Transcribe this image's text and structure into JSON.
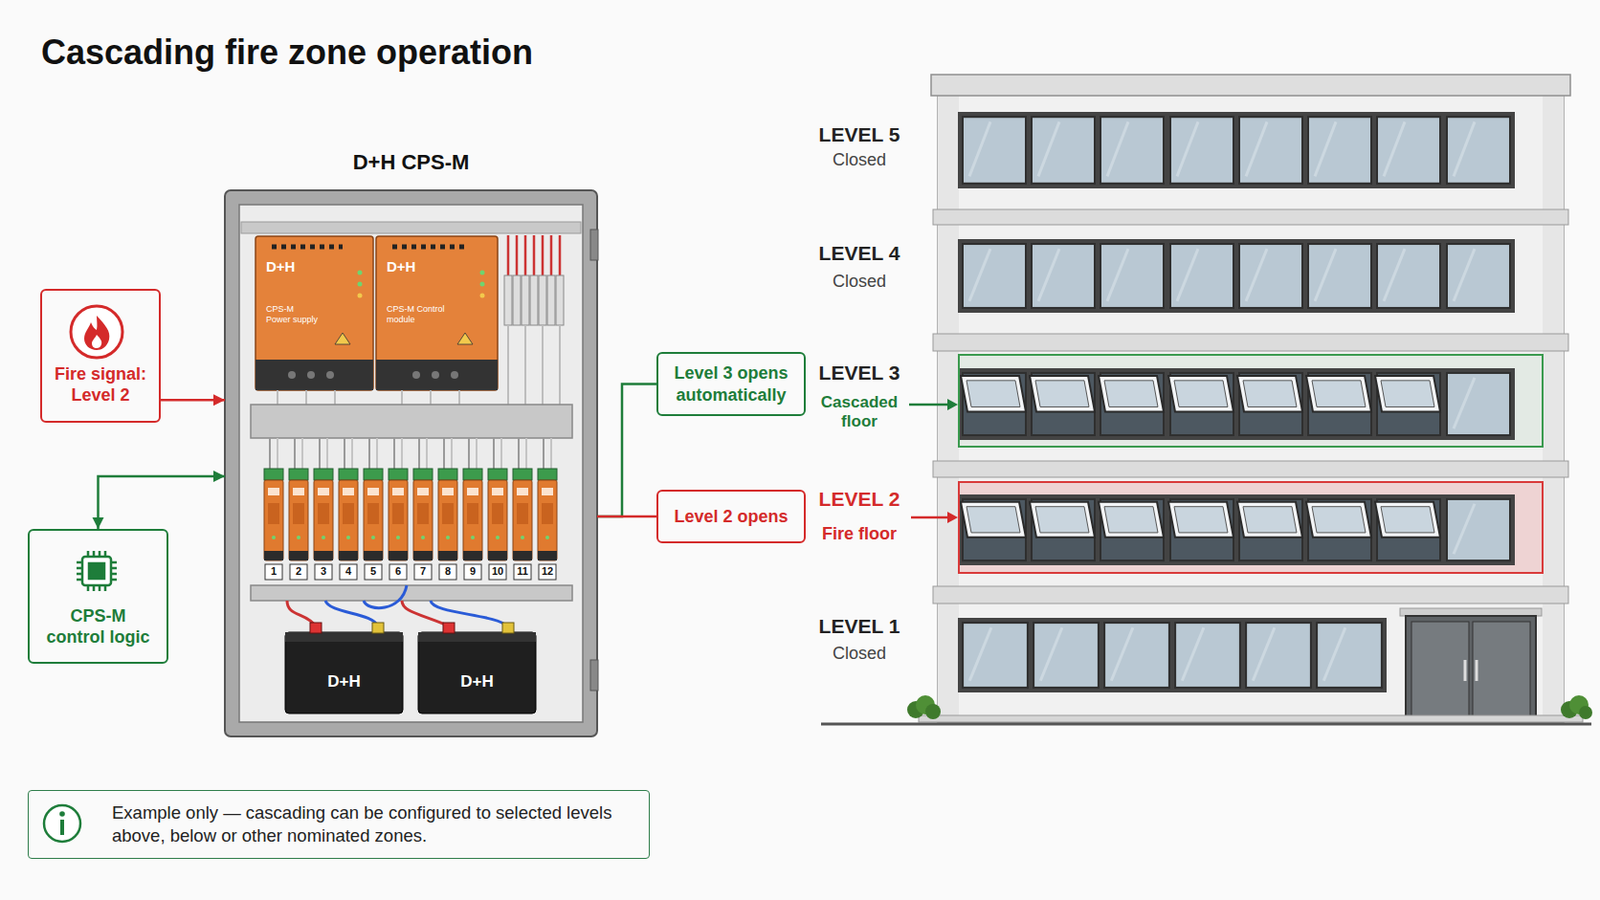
{
  "diagram": {
    "title": "Cascading fire zone operation",
    "nodes": [
      {
        "text": [
          "D+H CPS-M"
        ]
      },
      {
        "text": [
          "Fire signal: Level 2"
        ]
      },
      {
        "text": [
          "CPS-M control logic"
        ]
      },
      {
        "text": [
          "Level 3 opens automatically"
        ]
      },
      {
        "text": [
          "Level 2 opens"
        ]
      },
      {
        "text": [
          "Example only — cascading can be configured to selected levels above, below or other nominated zones."
        ]
      }
    ],
    "edges": [
      {
        "from": 1,
        "to": 0,
        "arrow": "to"
      },
      {
        "from": 2,
        "to": 0,
        "arrow": "both"
      },
      {
        "from": 0,
        "to": 3,
        "arrow": "none"
      },
      {
        "from": 0,
        "to": 4,
        "arrow": "none"
      }
    ],
    "labels": [
      "D+H",
      "CPS-M Power supply",
      "D+H",
      "CPS-M Control module",
      "1",
      "2",
      "3",
      "4",
      "5",
      "6",
      "7",
      "8",
      "9",
      "10",
      "11",
      "12",
      "D+H",
      "D+H",
      "LEVEL 5",
      "Closed",
      "LEVEL 4",
      "Closed",
      "LEVEL 3",
      "Cascaded floor",
      "LEVEL 2",
      "Fire floor",
      "LEVEL 1",
      "Closed"
    ]
  }
}
